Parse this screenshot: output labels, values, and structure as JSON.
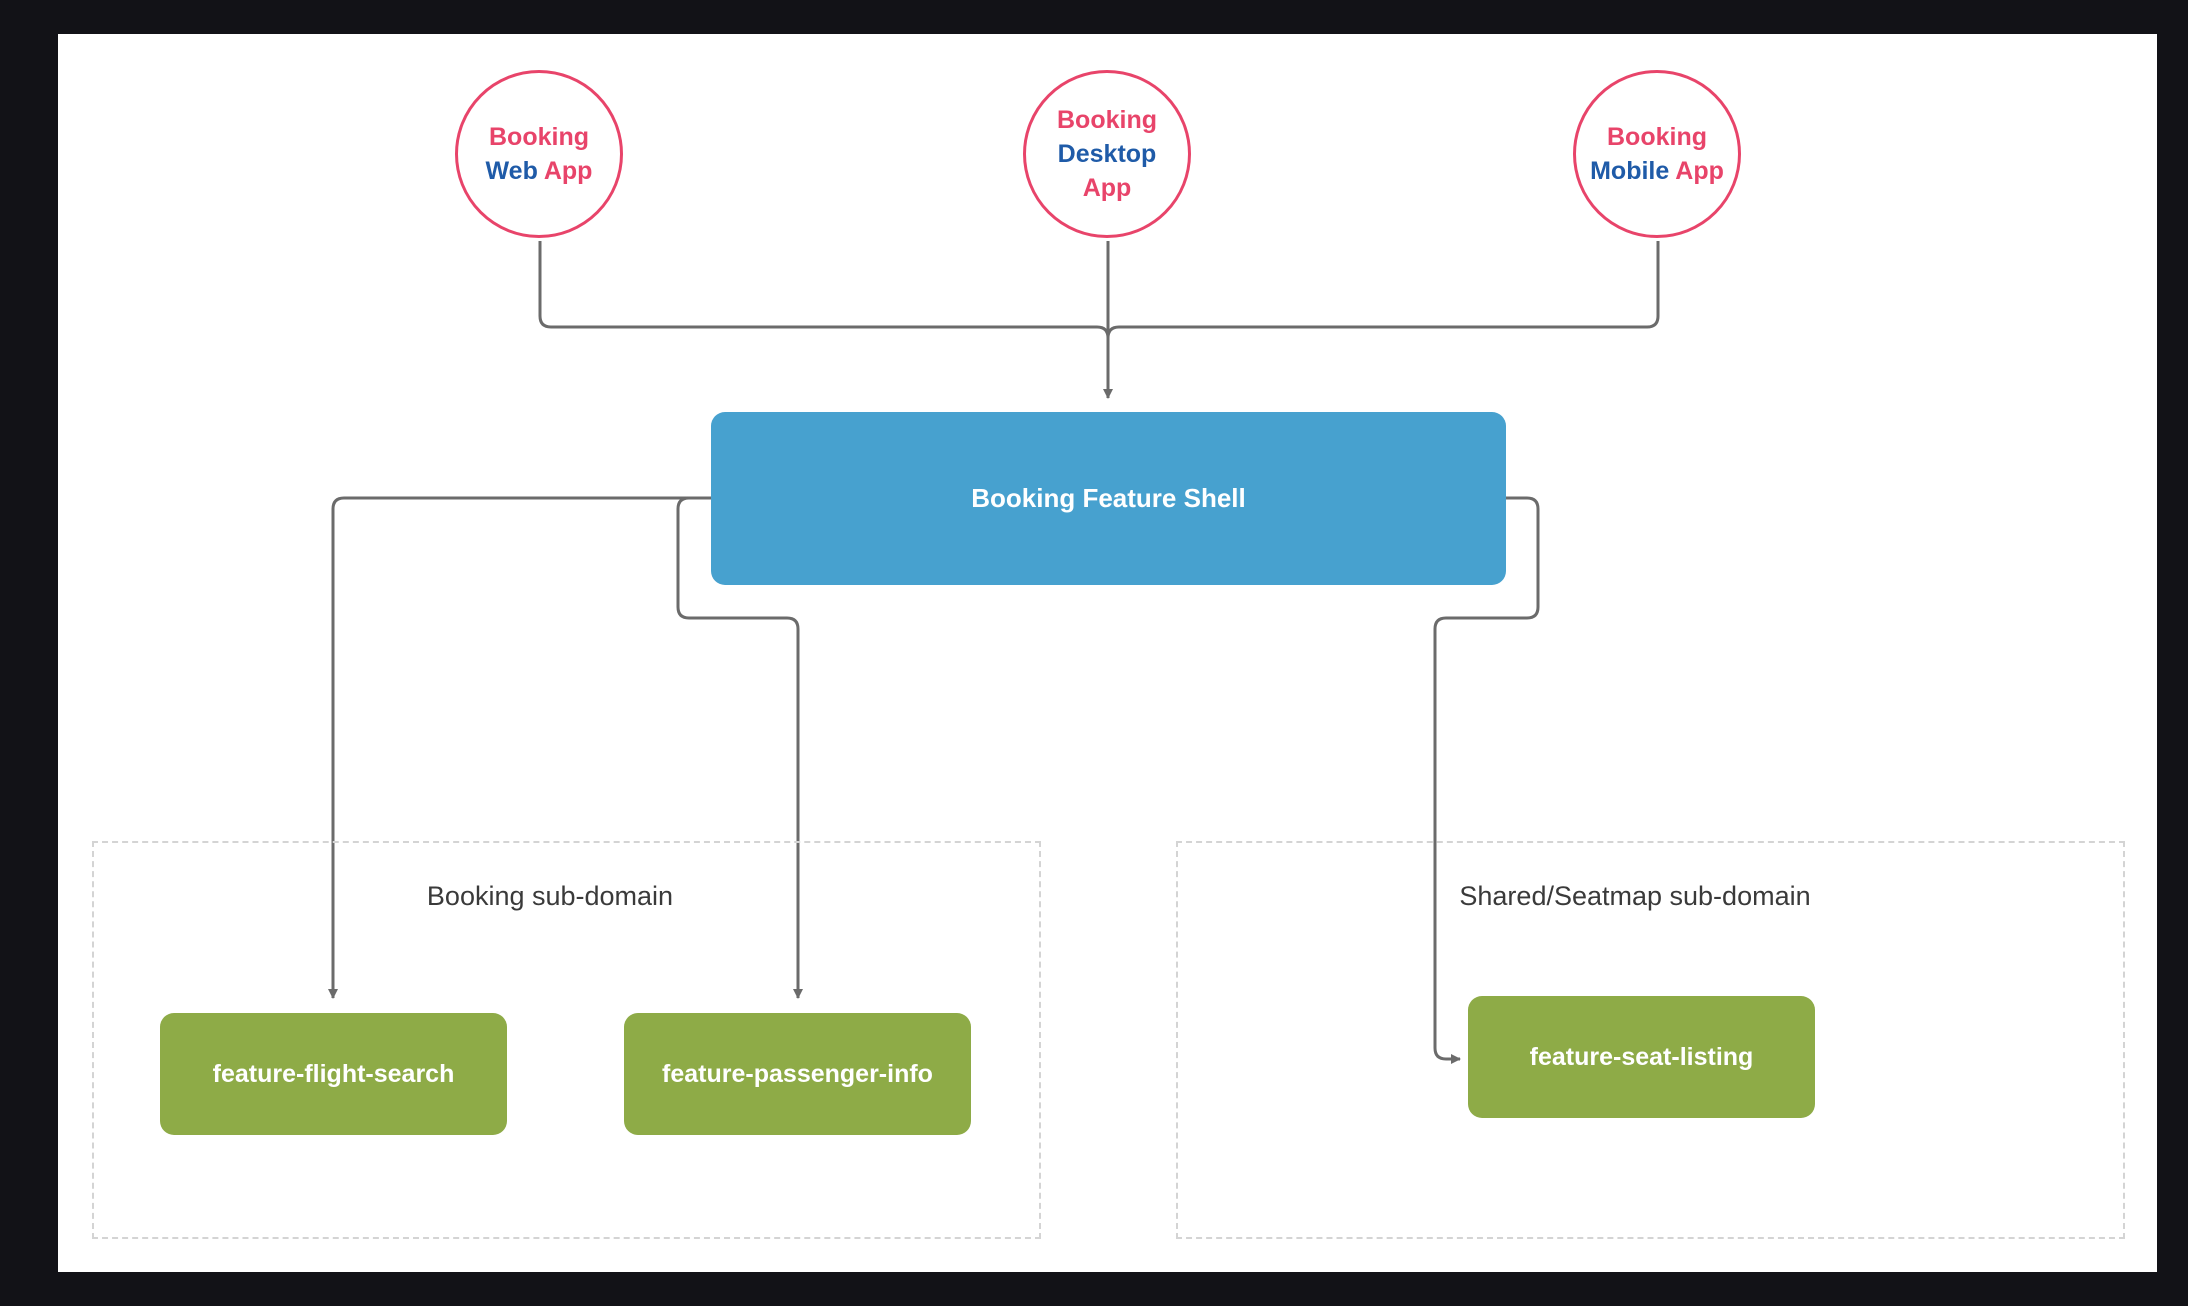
{
  "apps": [
    {
      "id": "web",
      "lines": [
        [
          {
            "t": "Booking",
            "c": "pink"
          }
        ],
        [
          {
            "t": "Web",
            "c": "blue"
          },
          {
            "t": " App",
            "c": "pink"
          }
        ]
      ]
    },
    {
      "id": "desktop",
      "lines": [
        [
          {
            "t": "Booking",
            "c": "pink"
          }
        ],
        [
          {
            "t": "Desktop",
            "c": "blue"
          }
        ],
        [
          {
            "t": "App",
            "c": "pink"
          }
        ]
      ]
    },
    {
      "id": "mobile",
      "lines": [
        [
          {
            "t": "Booking",
            "c": "pink"
          }
        ],
        [
          {
            "t": "Mobile",
            "c": "blue"
          },
          {
            "t": " App",
            "c": "pink"
          }
        ]
      ]
    }
  ],
  "shell": {
    "label": "Booking Feature Shell"
  },
  "domains": [
    {
      "title": "Booking sub-domain"
    },
    {
      "title": "Shared/Seatmap sub-domain"
    }
  ],
  "features": [
    {
      "label": "feature-flight-search"
    },
    {
      "label": "feature-passenger-info"
    },
    {
      "label": "feature-seat-listing"
    }
  ],
  "colors": {
    "app_text_pink": "#e8446a",
    "app_text_blue": "#1f5ba8",
    "app_circle_border": "#e8446a",
    "shell_fill": "#47a1cf",
    "feature_fill": "#8eab47",
    "connector": "#6b6b6b",
    "domain_border": "#d4d4d4"
  }
}
